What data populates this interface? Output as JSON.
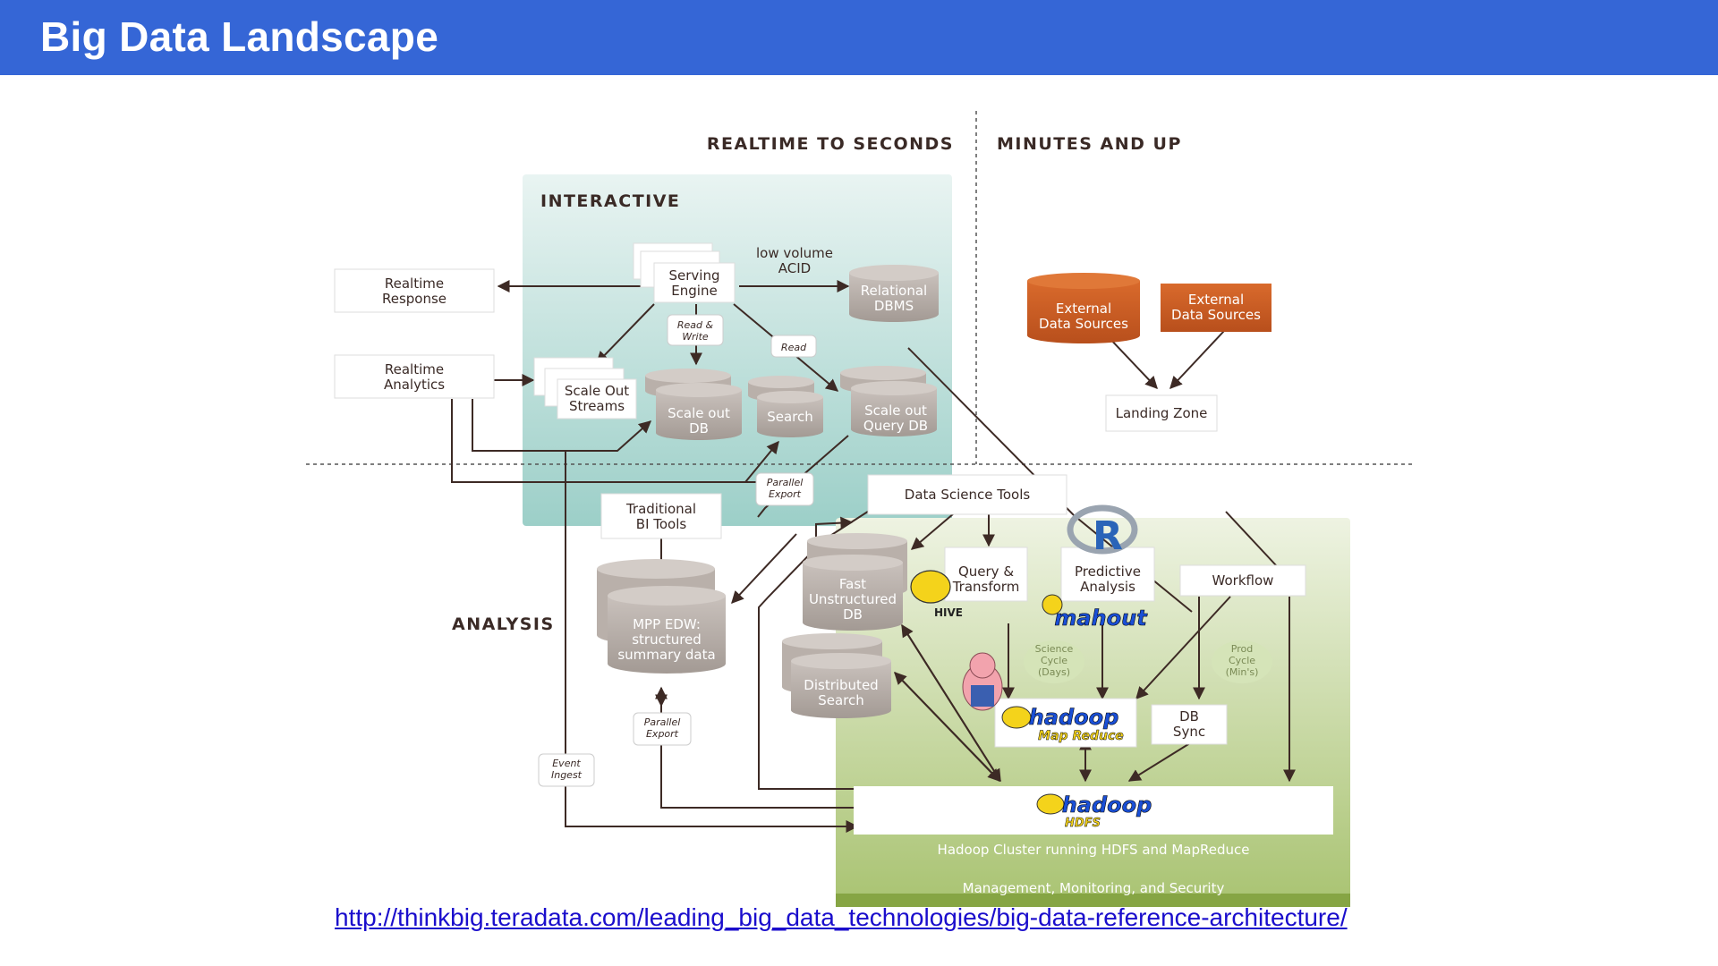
{
  "slide": {
    "title": "Big Data Landscape",
    "source_link": "http://thinkbig.teradata.com/leading_big_data_technologies/big-data-reference-architecture/"
  },
  "diagram": {
    "sections": {
      "realtime": "REALTIME TO SECONDS",
      "minutes": "MINUTES AND UP",
      "interactive": "INTERACTIVE",
      "analysis": "ANALYSIS"
    },
    "nodes": {
      "realtime_response": [
        "Realtime",
        "Response"
      ],
      "realtime_analytics": [
        "Realtime",
        "Analytics"
      ],
      "serving_engine": [
        "Serving",
        "Engine"
      ],
      "low_volume": [
        "low volume",
        "ACID"
      ],
      "relational_dbms": [
        "Relational",
        "DBMS"
      ],
      "scale_out_streams": [
        "Scale Out",
        "Streams"
      ],
      "scale_out_db": [
        "Scale out",
        "DB"
      ],
      "search": "Search",
      "scale_out_query_db": [
        "Scale out",
        "Query DB"
      ],
      "external_1": [
        "External",
        "Data Sources"
      ],
      "external_2": [
        "External",
        "Data Sources"
      ],
      "landing_zone": "Landing Zone",
      "data_science_tools": "Data Science Tools",
      "traditional_bi": [
        "Traditional",
        "BI Tools"
      ],
      "mpp_edw": [
        "MPP EDW:",
        "structured",
        "summary data"
      ],
      "fast_unstructured": [
        "Fast",
        "Unstructured",
        "DB"
      ],
      "distributed_search": [
        "Distributed",
        "Search"
      ],
      "query_transform": [
        "Query &",
        "Transform"
      ],
      "predictive_analysis": [
        "Predictive",
        "Analysis"
      ],
      "workflow": "Workflow",
      "db_sync": [
        "DB",
        "Sync"
      ],
      "hadoop_cluster": "Hadoop Cluster running HDFS and MapReduce",
      "management": "Management, Monitoring, and Security"
    },
    "edge_labels": {
      "read_write": [
        "Read &",
        "Write"
      ],
      "read": "Read",
      "parallel_export_1": [
        "Parallel",
        "Export"
      ],
      "parallel_export_2": [
        "Parallel",
        "Export"
      ],
      "event_ingest": [
        "Event",
        "Ingest"
      ],
      "science_cycle": [
        "Science",
        "Cycle",
        "(Days)"
      ],
      "prod_cycle": [
        "Prod",
        "Cycle",
        "(Min's)"
      ]
    },
    "logos": {
      "r": "R",
      "hive": "HIVE",
      "mahout": "mahout",
      "hadoop_mapreduce": [
        "hadoop",
        "Map Reduce"
      ],
      "hadoop_hdfs": [
        "hadoop",
        "HDFS"
      ]
    },
    "colors": {
      "header": "#3566d6",
      "interactive_panel": "#cfe8e4",
      "analysis_panel": "#b9cf8e",
      "hadoop_bar": "#86a544",
      "management_bar": "#d5a62a",
      "external_sources": "#c85a20",
      "db_cylinder": "#b5aca6",
      "arrow": "#3d2a25"
    }
  }
}
